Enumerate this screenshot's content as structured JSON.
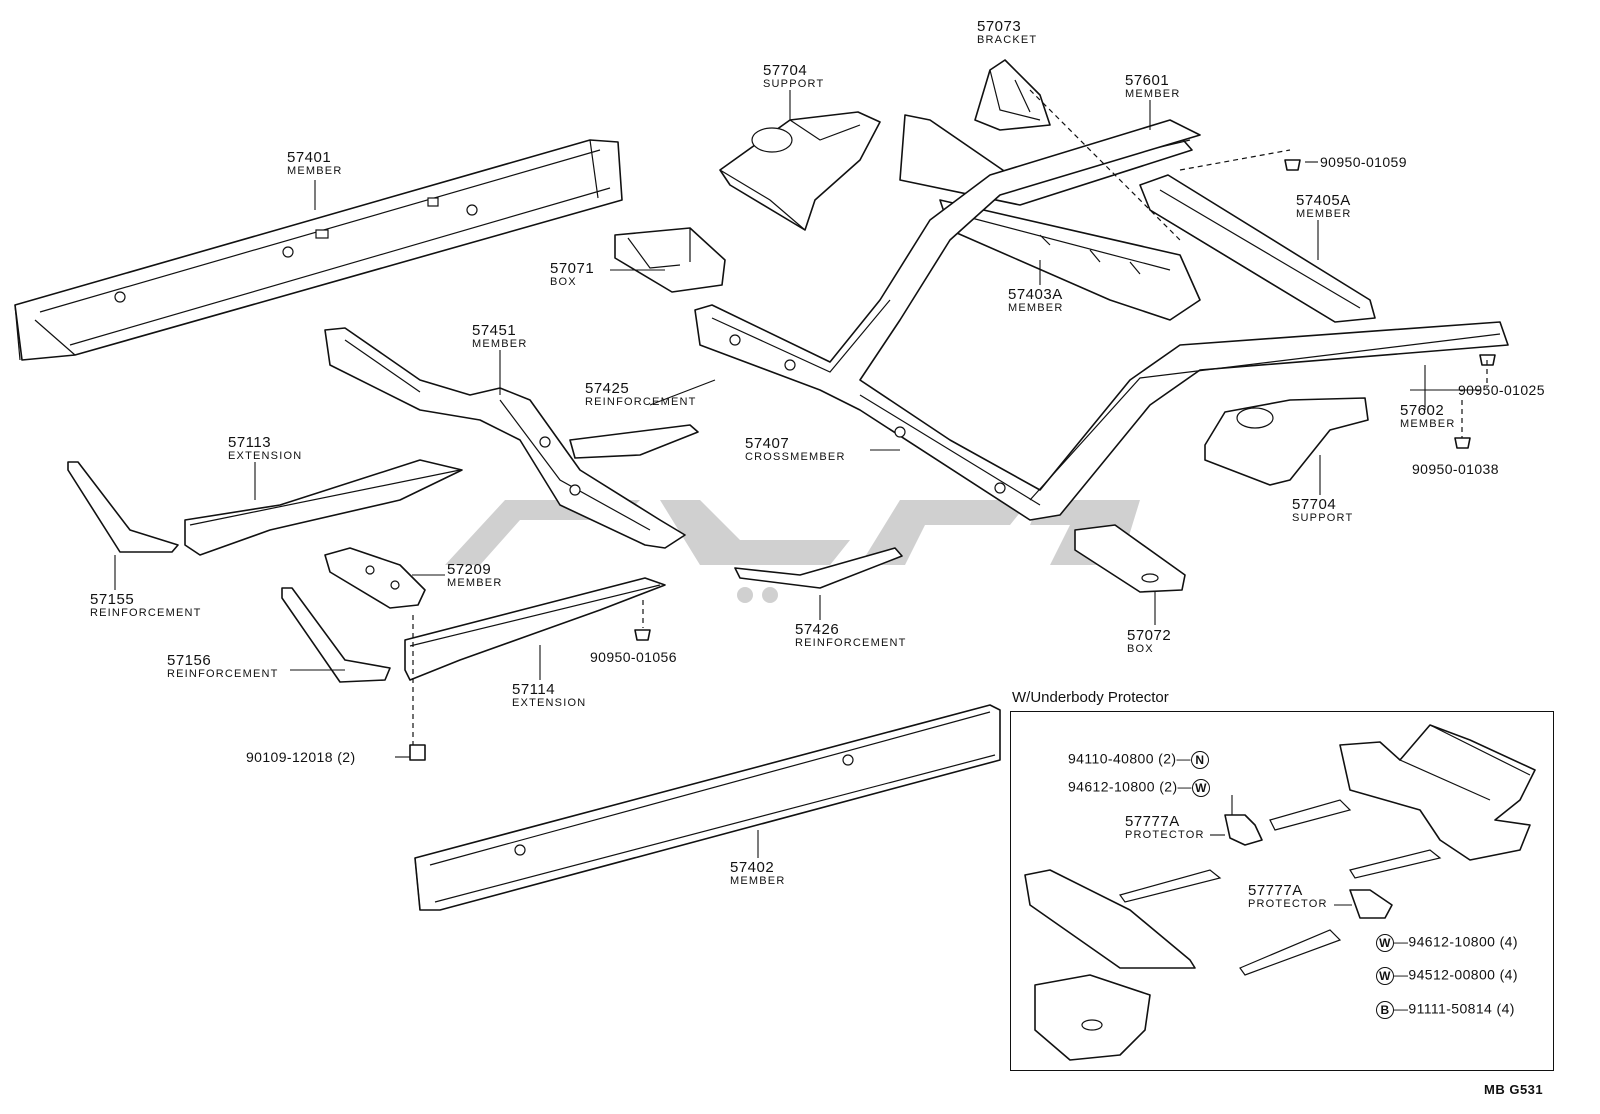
{
  "diagram": {
    "labels": {
      "l57401": {
        "num": "57401",
        "name": "MEMBER"
      },
      "l57704a": {
        "num": "57704",
        "name": "SUPPORT"
      },
      "l57073": {
        "num": "57073",
        "name": "BRACKET"
      },
      "l57601": {
        "num": "57601",
        "name": "MEMBER"
      },
      "l57405a": {
        "num": "57405A",
        "name": "MEMBER"
      },
      "l57071": {
        "num": "57071",
        "name": "BOX"
      },
      "l57403a": {
        "num": "57403A",
        "name": "MEMBER"
      },
      "l57451": {
        "num": "57451",
        "name": "MEMBER"
      },
      "l57425": {
        "num": "57425",
        "name": "REINFORCEMENT"
      },
      "l57113": {
        "num": "57113",
        "name": "EXTENSION"
      },
      "l57407": {
        "num": "57407",
        "name": "CROSSMEMBER"
      },
      "l57602": {
        "num": "57602",
        "name": "MEMBER"
      },
      "l57704b": {
        "num": "57704",
        "name": "SUPPORT"
      },
      "l57155": {
        "num": "57155",
        "name": "REINFORCEMENT"
      },
      "l57209": {
        "num": "57209",
        "name": "MEMBER"
      },
      "l57156": {
        "num": "57156",
        "name": "REINFORCEMENT"
      },
      "l57114": {
        "num": "57114",
        "name": "EXTENSION"
      },
      "l57426": {
        "num": "57426",
        "name": "REINFORCEMENT"
      },
      "l57072": {
        "num": "57072",
        "name": "BOX"
      },
      "l57402": {
        "num": "57402",
        "name": "MEMBER"
      }
    },
    "fasteners": {
      "f01059": "90950-01059",
      "f01025": "90950-01025",
      "f01038": "90950-01038",
      "f01056": "90950-01056",
      "f12018": "90109-12018 (2)"
    },
    "inset": {
      "title": "W/Underbody Protector",
      "nut": {
        "part": "94110-40800 (2)",
        "symbol": "N"
      },
      "washer_top": {
        "part": "94612-10800 (2)",
        "symbol": "W"
      },
      "protector_a": {
        "num": "57777A",
        "name": "PROTECTOR"
      },
      "protector_b": {
        "num": "57777A",
        "name": "PROTECTOR"
      },
      "washer_b1": {
        "symbol": "W",
        "part": "94612-10800 (4)"
      },
      "washer_b2": {
        "symbol": "W",
        "part": "94512-00800 (4)"
      },
      "bolt": {
        "symbol": "B",
        "part": "91111-50814 (4)"
      }
    },
    "drawing_code": "MB G531"
  }
}
